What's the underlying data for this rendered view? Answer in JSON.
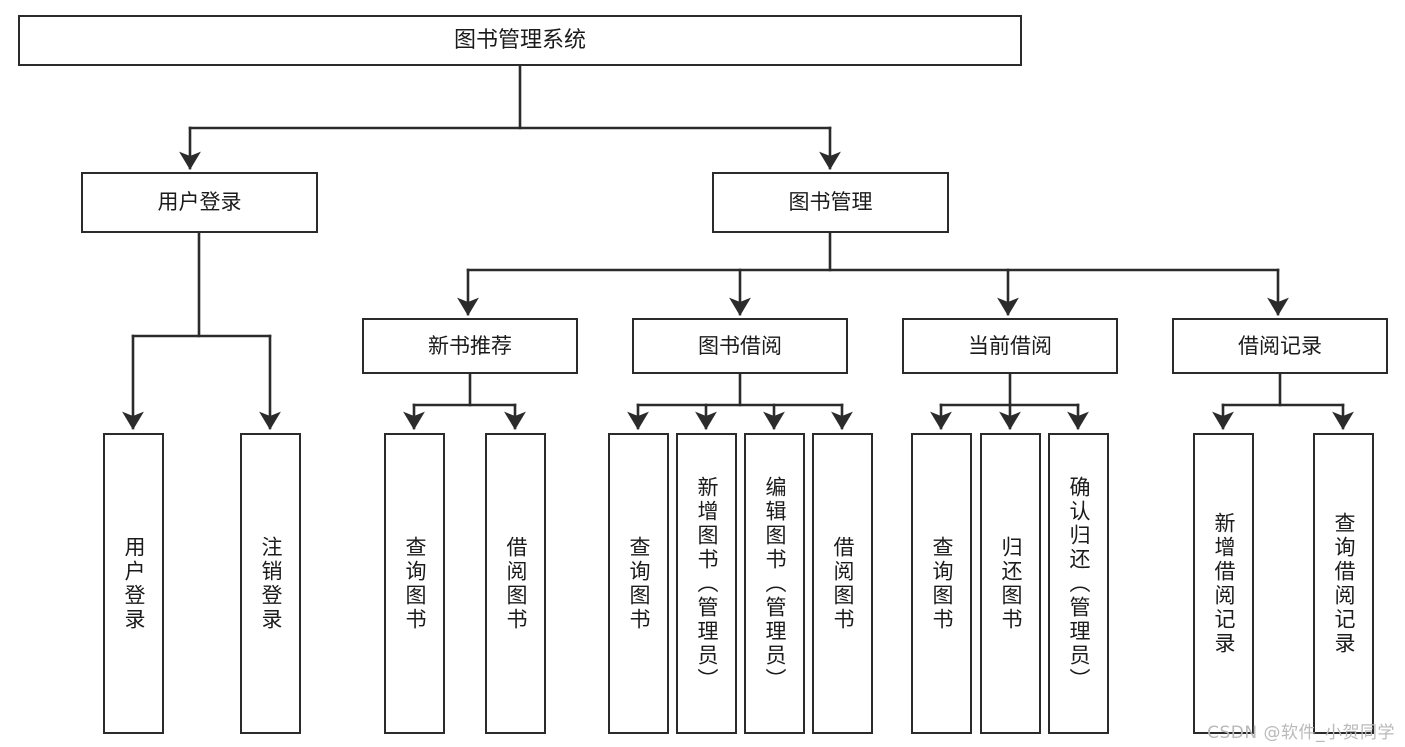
{
  "diagram": {
    "type": "tree-hierarchy",
    "title_node": {
      "label": "图书管理系统"
    },
    "level2": [
      {
        "id": "user-login",
        "label": "用户登录"
      },
      {
        "id": "book-management",
        "label": "图书管理"
      }
    ],
    "level3": [
      {
        "id": "new-book-recommend",
        "label": "新书推荐",
        "parent": "book-management"
      },
      {
        "id": "book-borrow",
        "label": "图书借阅",
        "parent": "book-management"
      },
      {
        "id": "current-borrow",
        "label": "当前借阅",
        "parent": "book-management"
      },
      {
        "id": "borrow-record",
        "label": "借阅记录",
        "parent": "book-management"
      }
    ],
    "leaves": [
      {
        "id": "leaf-user-login",
        "label": "用户登录",
        "parent": "user-login"
      },
      {
        "id": "leaf-logout-login",
        "label": "注销登录",
        "parent": "user-login"
      },
      {
        "id": "leaf-query-book-1",
        "label": "查询图书",
        "parent": "new-book-recommend"
      },
      {
        "id": "leaf-borrow-book-1",
        "label": "借阅图书",
        "parent": "new-book-recommend"
      },
      {
        "id": "leaf-query-book-2",
        "label": "查询图书",
        "parent": "book-borrow"
      },
      {
        "id": "leaf-add-book",
        "label": "新增图书（管理员）",
        "parent": "book-borrow"
      },
      {
        "id": "leaf-edit-book",
        "label": "编辑图书（管理员）",
        "parent": "book-borrow"
      },
      {
        "id": "leaf-borrow-book-2",
        "label": "借阅图书",
        "parent": "book-borrow"
      },
      {
        "id": "leaf-query-book-3",
        "label": "查询图书",
        "parent": "current-borrow"
      },
      {
        "id": "leaf-return-book",
        "label": "归还图书",
        "parent": "current-borrow"
      },
      {
        "id": "leaf-confirm-return",
        "label": "确认归还（管理员）",
        "parent": "current-borrow"
      },
      {
        "id": "leaf-add-record",
        "label": "新增借阅记录",
        "parent": "borrow-record"
      },
      {
        "id": "leaf-query-record",
        "label": "查询借阅记录",
        "parent": "borrow-record"
      }
    ],
    "watermark": "CSDN @软件_小贺同学",
    "colors": {
      "stroke": "#2b2b2b",
      "box_fill": "#ffffff",
      "text": "#1b1b1b",
      "watermark": "#b9b9b9",
      "background": "#ffffff"
    }
  }
}
